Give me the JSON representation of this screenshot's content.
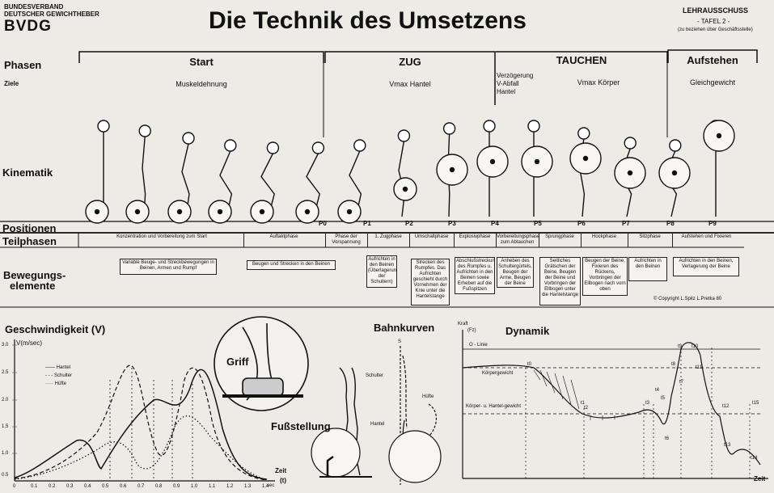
{
  "header": {
    "org_line1": "BUNDESVERBAND",
    "org_line2": "DEUTSCHER GEWICHTHEBER",
    "org_abbr": "BVDG",
    "title": "Die Technik des Umsetzens",
    "panel_title": "LEHRAUSSCHUSS",
    "panel_sub": "- TAFEL 2 -",
    "panel_note": "(zu beziehen über Geschäftsstelle)"
  },
  "rows": {
    "phasen": "Phasen",
    "ziele": "Ziele",
    "kinematik": "Kinematik",
    "positionen": "Positionen",
    "teilphasen": "Teilphasen",
    "bewegung1": "Bewegungs-",
    "bewegung2": "elemente"
  },
  "phases": [
    {
      "name": "Start",
      "goal": "Muskeldehnung"
    },
    {
      "name": "ZUG",
      "goal": "Vmax Hantel"
    },
    {
      "name": "TAUCHEN",
      "goal": "Vmax Körper"
    },
    {
      "name": "Aufstehen",
      "goal": "Gleichgewicht"
    }
  ],
  "tauchen_goal_left": [
    "Verzögerung",
    "V-Abfall",
    "Hantel"
  ],
  "positions": [
    "P0",
    "P1",
    "P2",
    "P3",
    "P4",
    "P5",
    "P6",
    "P7",
    "P8",
    "P9"
  ],
  "subphases": [
    "Konzentration und Vorbereitung zum Start",
    "Auftaktphase",
    "Phase der Vorspannung",
    "1. Zugphase",
    "Umschaltphase",
    "Explosivphase",
    "Vorbereitungsphase zum Abtauchen",
    "Sprungphase",
    "Hockphase",
    "Sitzphase",
    "Aufstehen und Fixieren"
  ],
  "elements": [
    "Variable Beuge- und Streckbewegungen in Beinen, Armen und Rumpf",
    "Beugen und Strecken in den Beinen",
    "Aufrichten in den Beinen (Überlagerung der Schultern)",
    "Strecken des Rumpfes. Das Aufrichten geschieht durch Vornehmen der Knie unter die Hantelstange",
    "Abschlußstreckung des Rumpfes u. Aufrichten in den Beinen sowie Erheben auf die Fußspitzen",
    "Anheben des Schultergürtels, Beugen der Arme, Beugen der Beine",
    "Seitliches Grätschen der Beine, Beugen der Beine und Vorbringen der Ellbogen unter die Hantelstange",
    "Beugen der Beine, Fixieren des Rückens, Vorbringen der Ellbogen nach vorn oben",
    "Aufrichten in den Beinen",
    "Aufrichten in den Beinen, Verlagerung der Beine"
  ],
  "copyright": "Copyright L.Spitz L.Pretka 80",
  "velocity": {
    "heading": "Geschwindigkeit (V)",
    "ylabel": "V(m/sec)",
    "legend": [
      "Hantel",
      "Schulter",
      "Hüfte"
    ],
    "xlabel": "Zeit",
    "xunit": "(t)",
    "sec": "sec",
    "yticks": [
      "3.0",
      "2.5",
      "2.0",
      "1.5",
      "1.0",
      "0.5"
    ],
    "xticks": [
      "0",
      "0.1",
      "0.2",
      "0.3",
      "0.4",
      "0.5",
      "0.6",
      "0.7",
      "0.8",
      "0.9",
      "1.0",
      "1.1",
      "1.2",
      "1.3",
      "1.4"
    ]
  },
  "griff": "Griff",
  "bahnkurven": {
    "heading": "Bahnkurven",
    "labels": [
      "Schulter",
      "Hüfte",
      "Hantel",
      "S"
    ]
  },
  "fuss": "Fußstellung",
  "dynamik": {
    "heading": "Dynamik",
    "kraft": "Kraft",
    "fz": "(Fz)",
    "o_linie": "O - Linie",
    "koerpergewicht": "Körpergewicht",
    "koerper_hantel": "Körper- u. Hantel-gewicht",
    "zeit": "Zeit",
    "t_labels": [
      "t0",
      "t1",
      "t2",
      "t3",
      "t4",
      "t5",
      "t6",
      "t7",
      "t8",
      "t9",
      "t10",
      "t11",
      "t12",
      "t13",
      "t14",
      "t15"
    ]
  }
}
